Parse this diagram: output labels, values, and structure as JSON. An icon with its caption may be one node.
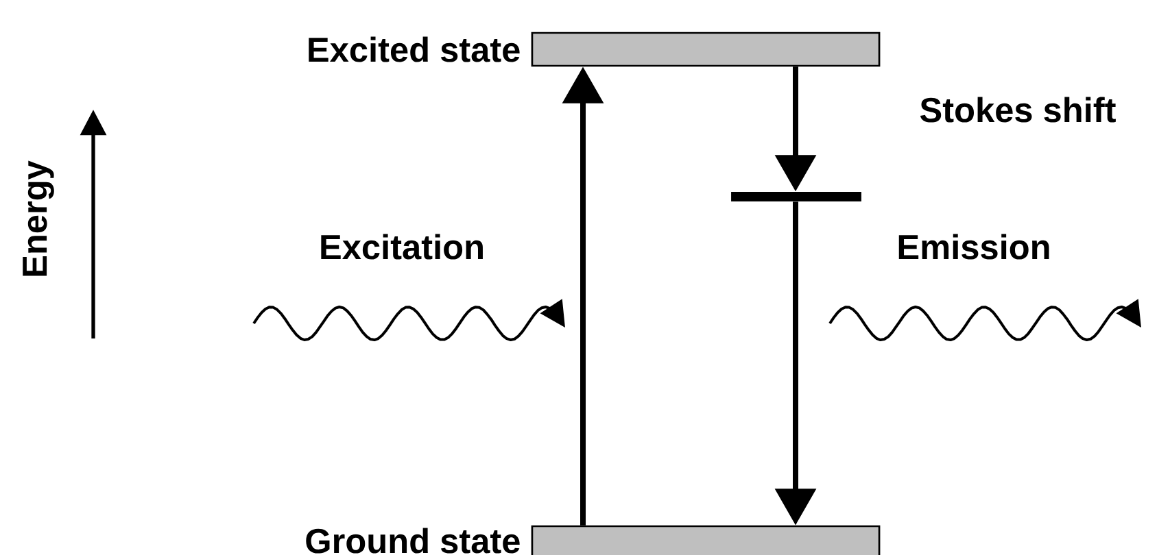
{
  "diagram": {
    "nodes": [
      {
        "text": [
          "Excited state"
        ]
      },
      {
        "text": [],
        "shape": "bar"
      },
      {
        "text": [
          "Ground state"
        ]
      }
    ],
    "edges": [
      {
        "from": 2,
        "to": 0,
        "arrow": "to"
      },
      {
        "from": 0,
        "to": 1,
        "arrow": "to"
      },
      {
        "from": 1,
        "to": 2,
        "arrow": "to"
      }
    ],
    "labels": [
      "Stokes shift",
      "Energy",
      "Excitation",
      "Emission"
    ]
  }
}
